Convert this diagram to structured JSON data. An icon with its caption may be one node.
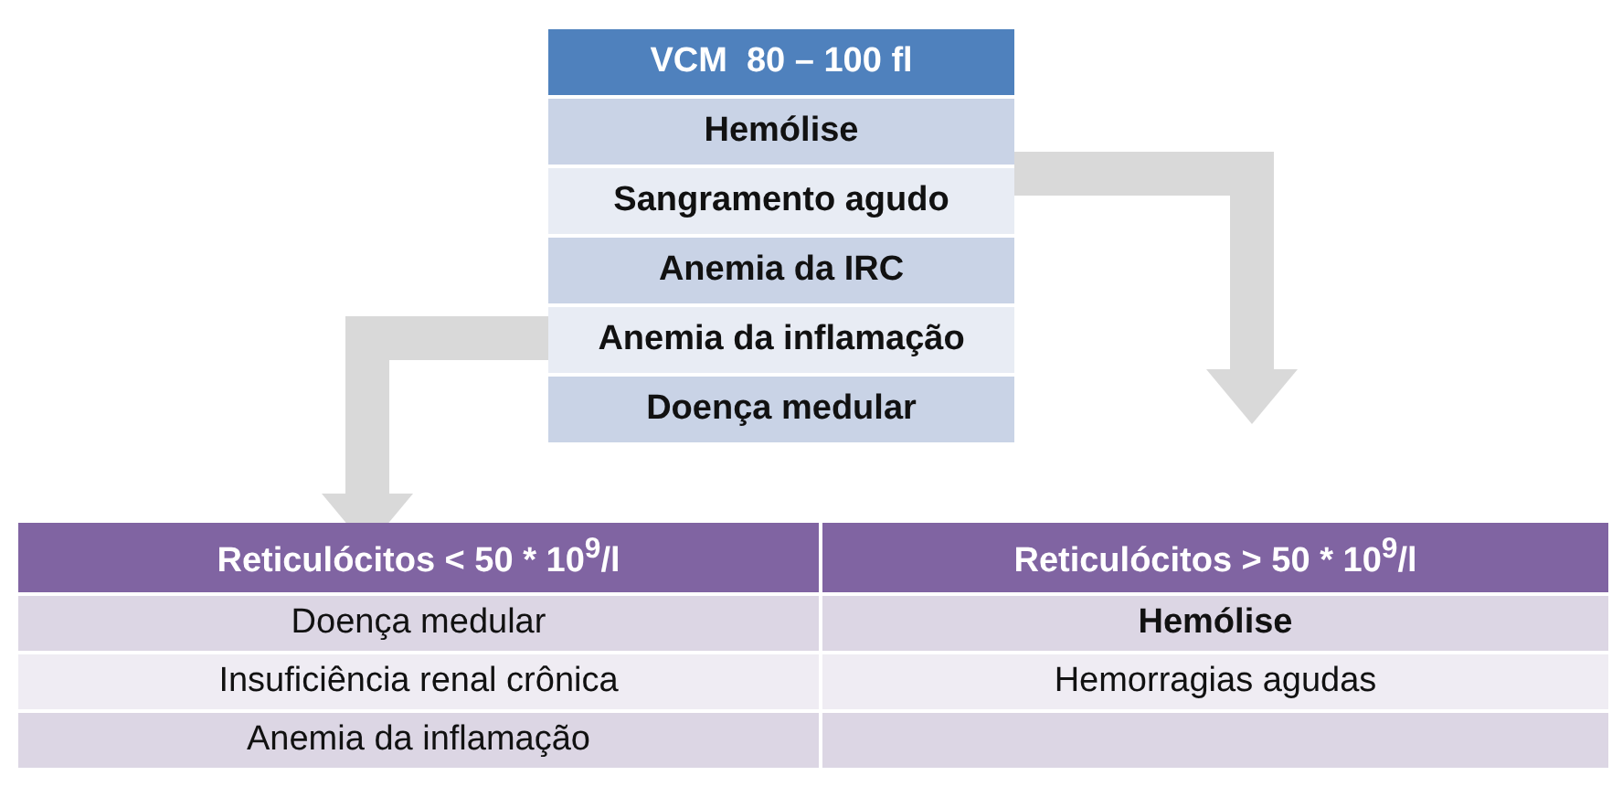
{
  "diagram": {
    "nodes": [
      {
        "text": [
          "VCM  80 – 100 fl",
          "Hemólise",
          "Sangramento agudo",
          "Anemia da IRC",
          "Anemia da inflamação",
          "Doença medular"
        ]
      },
      {
        "text": [
          "Reticulócitos < 50 * 10$^{9}$/l",
          "Doença medular",
          "Insuficiência renal crônica",
          "Anemia da inflamação"
        ]
      },
      {
        "text": [
          "Reticulócitos > 50 * 10$^{9}$/l",
          "**Hemólise**",
          "Hemorragias agudas"
        ]
      }
    ],
    "edges": [
      {
        "from": 0,
        "to": 1,
        "arrow": "to"
      },
      {
        "from": 0,
        "to": 2,
        "arrow": "to"
      }
    ]
  }
}
